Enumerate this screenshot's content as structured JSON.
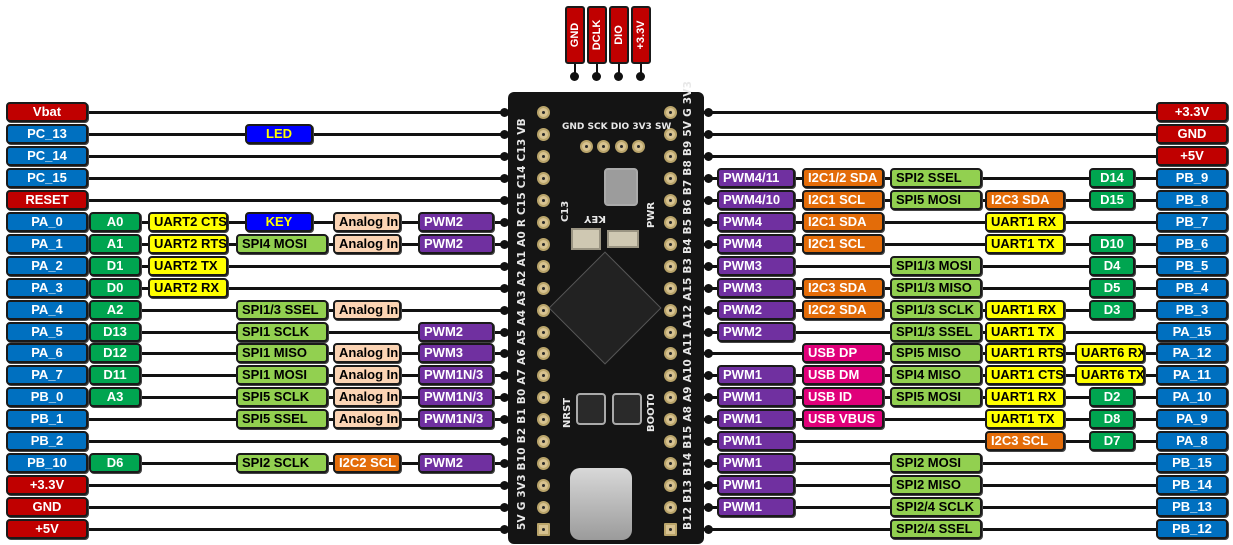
{
  "title": "Black Pill STM32F411 pinout",
  "debug_header": [
    "GND",
    "DCLK",
    "DIO",
    "+3.3V"
  ],
  "board_silk": {
    "top_labels": [
      "GND",
      "SCK",
      "DIO",
      "3V3",
      "SW"
    ],
    "left_pins": [
      "VB",
      "C13",
      "C14",
      "C15",
      "R",
      "A0",
      "A1",
      "A2",
      "A3",
      "A4",
      "A5",
      "A6",
      "A7",
      "B0",
      "B1",
      "B2",
      "B10",
      "3V3",
      "G",
      "5V"
    ],
    "right_pins": [
      "3V3",
      "G",
      "5V",
      "B9",
      "B8",
      "B7",
      "B6",
      "B5",
      "B4",
      "B3",
      "A15",
      "A12",
      "A11",
      "A10",
      "A9",
      "A8",
      "B15",
      "B14",
      "B13",
      "B12"
    ],
    "components": [
      "C13",
      "KEY",
      "PWR",
      "NRST",
      "BOOT0"
    ]
  },
  "legend_colors": {
    "port": "#0070c0",
    "power": "#c00000",
    "arduino": "#00a550",
    "uart": "#ffff00",
    "spi": "#92d050",
    "analog": "#fbd4b4",
    "pwm": "#7030a0",
    "i2c": "#e36c09",
    "usb": "#e0007a",
    "misc": "#0000ff"
  },
  "left_rows": [
    {
      "pin": "Vbat",
      "type": "power",
      "ard": null,
      "uart": null,
      "spi": null,
      "analog": null,
      "pwm": null,
      "misc": null
    },
    {
      "pin": "PC_13",
      "type": "port",
      "ard": null,
      "uart": null,
      "spi": null,
      "analog": null,
      "pwm": null,
      "misc": "LED"
    },
    {
      "pin": "PC_14",
      "type": "port",
      "ard": null,
      "uart": null,
      "spi": null,
      "analog": null,
      "pwm": null,
      "misc": null
    },
    {
      "pin": "PC_15",
      "type": "port",
      "ard": null,
      "uart": null,
      "spi": null,
      "analog": null,
      "pwm": null,
      "misc": null
    },
    {
      "pin": "RESET",
      "type": "power",
      "ard": null,
      "uart": null,
      "spi": null,
      "analog": null,
      "pwm": null,
      "misc": null
    },
    {
      "pin": "PA_0",
      "type": "port",
      "ard": "A0",
      "uart": "UART2 CTS",
      "spi": null,
      "analog": "Analog In",
      "pwm": "PWM2",
      "misc": "KEY"
    },
    {
      "pin": "PA_1",
      "type": "port",
      "ard": "A1",
      "uart": "UART2 RTS",
      "spi": "SPI4 MOSI",
      "analog": "Analog In",
      "pwm": "PWM2",
      "misc": null
    },
    {
      "pin": "PA_2",
      "type": "port",
      "ard": "D1",
      "uart": "UART2 TX",
      "spi": null,
      "analog": null,
      "pwm": null,
      "misc": null
    },
    {
      "pin": "PA_3",
      "type": "port",
      "ard": "D0",
      "uart": "UART2 RX",
      "spi": null,
      "analog": null,
      "pwm": null,
      "misc": null
    },
    {
      "pin": "PA_4",
      "type": "port",
      "ard": "A2",
      "uart": null,
      "spi": "SPI1/3 SSEL",
      "analog": "Analog In",
      "pwm": null,
      "misc": null
    },
    {
      "pin": "PA_5",
      "type": "port",
      "ard": "D13",
      "uart": null,
      "spi": "SPI1 SCLK",
      "analog": null,
      "pwm": "PWM2",
      "misc": null
    },
    {
      "pin": "PA_6",
      "type": "port",
      "ard": "D12",
      "uart": null,
      "spi": "SPI1 MISO",
      "analog": "Analog In",
      "pwm": "PWM3",
      "misc": null
    },
    {
      "pin": "PA_7",
      "type": "port",
      "ard": "D11",
      "uart": null,
      "spi": "SPI1 MOSI",
      "analog": "Analog In",
      "pwm": "PWM1N/3",
      "misc": null
    },
    {
      "pin": "PB_0",
      "type": "port",
      "ard": "A3",
      "uart": null,
      "spi": "SPI5 SCLK",
      "analog": "Analog In",
      "pwm": "PWM1N/3",
      "misc": null
    },
    {
      "pin": "PB_1",
      "type": "port",
      "ard": null,
      "uart": null,
      "spi": "SPI5 SSEL",
      "analog": "Analog In",
      "pwm": "PWM1N/3",
      "misc": null
    },
    {
      "pin": "PB_2",
      "type": "port",
      "ard": null,
      "uart": null,
      "spi": null,
      "analog": null,
      "pwm": null,
      "misc": null
    },
    {
      "pin": "PB_10",
      "type": "port",
      "ard": "D6",
      "uart": null,
      "spi": "SPI2 SCLK",
      "analog": null,
      "i2c": "I2C2 SCL",
      "pwm": "PWM2",
      "misc": null
    },
    {
      "pin": "+3.3V",
      "type": "power",
      "ard": null,
      "uart": null,
      "spi": null,
      "analog": null,
      "pwm": null,
      "misc": null
    },
    {
      "pin": "GND",
      "type": "power",
      "ard": null,
      "uart": null,
      "spi": null,
      "analog": null,
      "pwm": null,
      "misc": null
    },
    {
      "pin": "+5V",
      "type": "power",
      "ard": null,
      "uart": null,
      "spi": null,
      "analog": null,
      "pwm": null,
      "misc": null
    }
  ],
  "right_rows": [
    {
      "pin": "+3.3V",
      "type": "power",
      "pwm": null,
      "c2": null,
      "spi": null,
      "c4": null,
      "c5": null,
      "ard": null
    },
    {
      "pin": "GND",
      "type": "power",
      "pwm": null,
      "c2": null,
      "spi": null,
      "c4": null,
      "c5": null,
      "ard": null
    },
    {
      "pin": "+5V",
      "type": "power",
      "pwm": null,
      "c2": null,
      "spi": null,
      "c4": null,
      "c5": null,
      "ard": null
    },
    {
      "pin": "PB_9",
      "type": "port",
      "pwm": "PWM4/11",
      "c2": {
        "t": "I2C1/2 SDA",
        "k": "i2c"
      },
      "spi": "SPI2 SSEL",
      "c4": null,
      "c5": null,
      "ard": "D14"
    },
    {
      "pin": "PB_8",
      "type": "port",
      "pwm": "PWM4/10",
      "c2": {
        "t": "I2C1 SCL",
        "k": "i2c"
      },
      "spi": "SPI5 MOSI",
      "c4": {
        "t": "I2C3 SDA",
        "k": "i2c"
      },
      "c5": null,
      "ard": "D15"
    },
    {
      "pin": "PB_7",
      "type": "port",
      "pwm": "PWM4",
      "c2": {
        "t": "I2C1 SDA",
        "k": "i2c"
      },
      "spi": null,
      "c4": {
        "t": "UART1 RX",
        "k": "uart"
      },
      "c5": null,
      "ard": null
    },
    {
      "pin": "PB_6",
      "type": "port",
      "pwm": "PWM4",
      "c2": {
        "t": "I2C1 SCL",
        "k": "i2c"
      },
      "spi": null,
      "c4": {
        "t": "UART1 TX",
        "k": "uart"
      },
      "c5": null,
      "ard": "D10"
    },
    {
      "pin": "PB_5",
      "type": "port",
      "pwm": "PWM3",
      "c2": null,
      "spi": "SPI1/3 MOSI",
      "c4": null,
      "c5": null,
      "ard": "D4"
    },
    {
      "pin": "PB_4",
      "type": "port",
      "pwm": "PWM3",
      "c2": {
        "t": "I2C3 SDA",
        "k": "i2c"
      },
      "spi": "SPI1/3 MISO",
      "c4": null,
      "c5": null,
      "ard": "D5"
    },
    {
      "pin": "PB_3",
      "type": "port",
      "pwm": "PWM2",
      "c2": {
        "t": "I2C2 SDA",
        "k": "i2c"
      },
      "spi": "SPI1/3 SCLK",
      "c4": {
        "t": "UART1 RX",
        "k": "uart"
      },
      "c5": null,
      "ard": "D3"
    },
    {
      "pin": "PA_15",
      "type": "port",
      "pwm": "PWM2",
      "c2": null,
      "spi": "SPI1/3 SSEL",
      "c4": {
        "t": "UART1 TX",
        "k": "uart"
      },
      "c5": null,
      "ard": null
    },
    {
      "pin": "PA_12",
      "type": "port",
      "pwm": null,
      "c2": {
        "t": "USB DP",
        "k": "usb"
      },
      "spi": "SPI5 MISO",
      "c4": {
        "t": "UART1 RTS",
        "k": "uart"
      },
      "c5": "UART6 RX",
      "ard": null
    },
    {
      "pin": "PA_11",
      "type": "port",
      "pwm": "PWM1",
      "c2": {
        "t": "USB DM",
        "k": "usb"
      },
      "spi": "SPI4 MISO",
      "c4": {
        "t": "UART1 CTS",
        "k": "uart"
      },
      "c5": "UART6 TX",
      "ard": null
    },
    {
      "pin": "PA_10",
      "type": "port",
      "pwm": "PWM1",
      "c2": {
        "t": "USB ID",
        "k": "usb"
      },
      "spi": "SPI5 MOSI",
      "c4": {
        "t": "UART1 RX",
        "k": "uart"
      },
      "c5": null,
      "ard": "D2"
    },
    {
      "pin": "PA_9",
      "type": "port",
      "pwm": "PWM1",
      "c2": {
        "t": "USB VBUS",
        "k": "usb"
      },
      "spi": null,
      "c4": {
        "t": "UART1 TX",
        "k": "uart"
      },
      "c5": null,
      "ard": "D8"
    },
    {
      "pin": "PA_8",
      "type": "port",
      "pwm": "PWM1",
      "c2": null,
      "spi": null,
      "c4": {
        "t": "I2C3 SCL",
        "k": "i2c"
      },
      "c5": null,
      "ard": "D7"
    },
    {
      "pin": "PB_15",
      "type": "port",
      "pwm": "PWM1",
      "c2": null,
      "spi": "SPI2 MOSI",
      "c4": null,
      "c5": null,
      "ard": null
    },
    {
      "pin": "PB_14",
      "type": "port",
      "pwm": "PWM1",
      "c2": null,
      "spi": "SPI2 MISO",
      "c4": null,
      "c5": null,
      "ard": null
    },
    {
      "pin": "PB_13",
      "type": "port",
      "pwm": "PWM1",
      "c2": null,
      "spi": "SPI2/4 SCLK",
      "c4": null,
      "c5": null,
      "ard": null
    },
    {
      "pin": "PB_12",
      "type": "port",
      "pwm": null,
      "c2": null,
      "spi": "SPI2/4 SSEL",
      "c4": null,
      "c5": null,
      "ard": null
    }
  ]
}
